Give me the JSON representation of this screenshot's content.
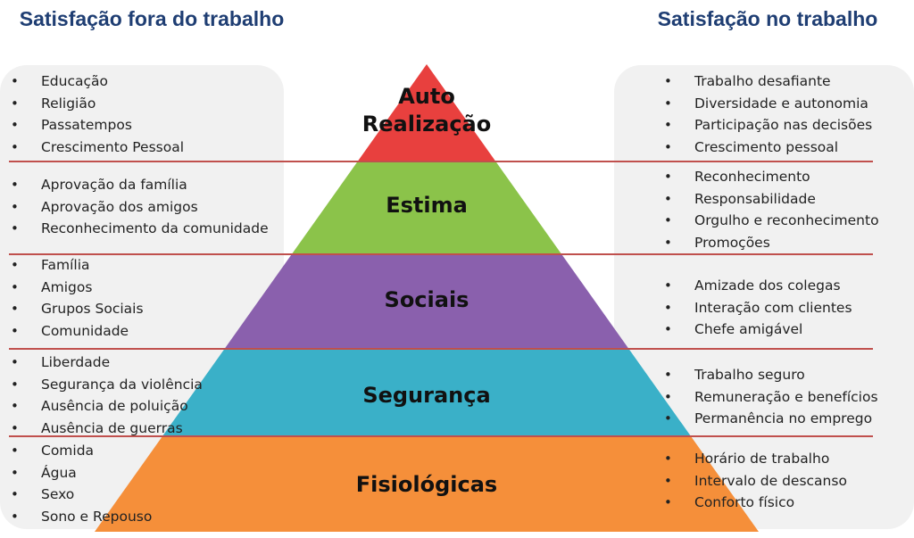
{
  "left_title": "Satisfação fora do trabalho",
  "right_title": "Satisfação no trabalho",
  "levels": [
    {
      "label": "Auto Realização",
      "color": "#e8403e"
    },
    {
      "label": "Estima",
      "color": "#8bc34a"
    },
    {
      "label": "Sociais",
      "color": "#8a60ad"
    },
    {
      "label": "Segurança",
      "color": "#3ab0c8"
    },
    {
      "label": "Fisiológicas",
      "color": "#f58f3a"
    }
  ],
  "left_lists": [
    [
      "Educação",
      "Religião",
      "Passatempos",
      "Crescimento Pessoal"
    ],
    [
      "Aprovação da família",
      "Aprovação dos amigos",
      "Reconhecimento da comunidade"
    ],
    [
      "Família",
      "Amigos",
      "Grupos Sociais",
      "Comunidade"
    ],
    [
      "Liberdade",
      "Segurança da violência",
      "Ausência de poluição",
      "Ausência de guerras"
    ],
    [
      "Comida",
      "Água",
      "Sexo",
      "Sono e Repouso"
    ]
  ],
  "right_lists": [
    [
      "Trabalho desafiante",
      "Diversidade e autonomia",
      "Participação nas decisões",
      "Crescimento pessoal"
    ],
    [
      "Reconhecimento",
      "Responsabilidade",
      "Orgulho e reconhecimento",
      "Promoções"
    ],
    [
      "Amizade dos colegas",
      "Interação com clientes",
      "Chefe amigável"
    ],
    [
      "Trabalho seguro",
      "Remuneração e benefícios",
      "Permanência no emprego"
    ],
    [
      "Horário de trabalho",
      "Intervalo de descanso",
      "Conforto físico"
    ]
  ]
}
